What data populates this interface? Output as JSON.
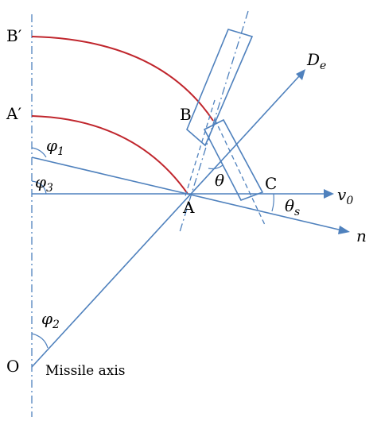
{
  "labels": {
    "b_prime": "B′",
    "a_prime": "A′",
    "b": "B",
    "a": "A",
    "c": "C",
    "o": "O",
    "d_e": "D",
    "d_e_sub": "e",
    "v0": "v",
    "v0_sub": "0",
    "n": "n",
    "theta": "θ",
    "theta_s": "θ",
    "theta_s_sub": "s",
    "phi1": "φ",
    "phi1_sub": "1",
    "phi2": "φ",
    "phi2_sub": "2",
    "phi3": "φ",
    "phi3_sub": "3",
    "missile_axis": "Missile axis"
  },
  "colors": {
    "line": "#4f81bd",
    "arc": "#c0262d",
    "text": "#000000"
  }
}
